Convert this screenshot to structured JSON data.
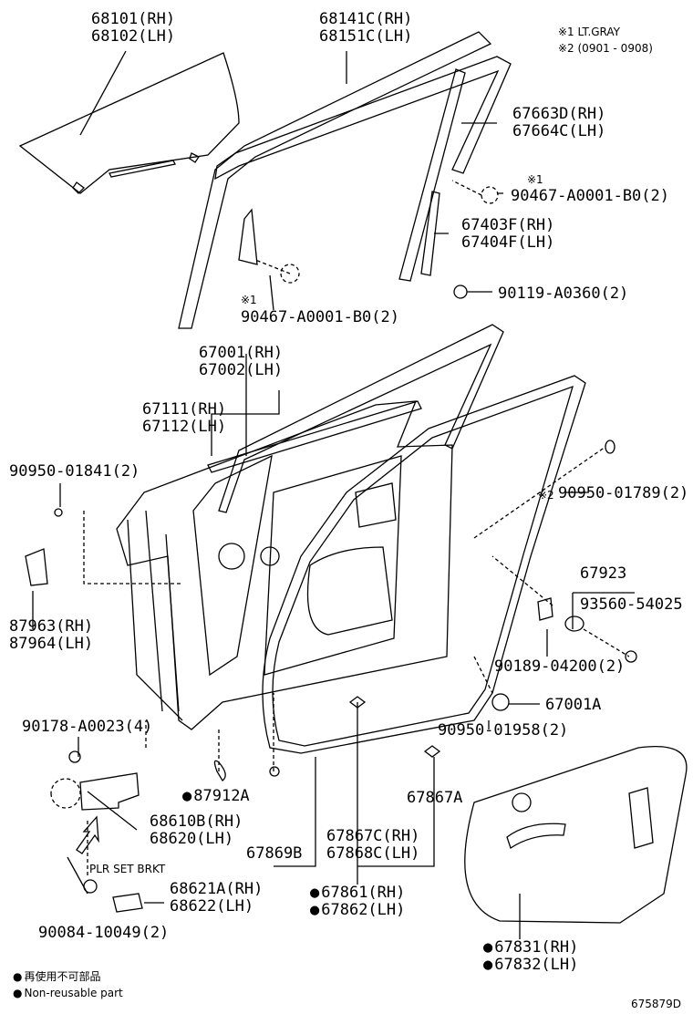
{
  "notes": {
    "note1": "※1 LT.GRAY",
    "note2": "※2 (0901 - 0908)"
  },
  "labels": {
    "p68101": "68101(RH)",
    "p68102": "68102(LH)",
    "p68141": "68141C(RH)",
    "p68151": "68151C(LH)",
    "p67663": "67663D(RH)",
    "p67664": "67664C(LH)",
    "mark_a": "※1",
    "p90467a": "90467-A0001-B0(2)",
    "p67403": "67403F(RH)",
    "p67404": "67404F(LH)",
    "p90119": "90119-A0360(2)",
    "mark_b": "※1",
    "p90467b": "90467-A0001-B0(2)",
    "p67001": "67001(RH)",
    "p67002": "67002(LH)",
    "p67111": "67111(RH)",
    "p67112": "67112(LH)",
    "p90950a": "90950-01841(2)",
    "mark_c": "※2",
    "p90950b": "90950-01789(2)",
    "p67923": "67923",
    "p93560": "93560-54025",
    "p87963": "87963(RH)",
    "p87964": "87964(LH)",
    "p90189": "90189-04200(2)",
    "p67001a": "67001A",
    "p90178": "90178-A0023(4)",
    "p90950c": "90950-01958(2)",
    "p87912": "87912A",
    "p67867a": "67867A",
    "p68610": "68610B(RH)",
    "p68620": "68620(LH)",
    "p67869": "67869B",
    "p67867c": "67867C(RH)",
    "p67868": "67868C(LH)",
    "plr": "PLR SET BRKT",
    "p68621": "68621A(RH)",
    "p68622": "68622(LH)",
    "p67861": "67861(RH)",
    "p67862": "67862(LH)",
    "p90084": "90084-10049(2)",
    "p67831": "67831(RH)",
    "p67832": "67832(LH)"
  },
  "legend": {
    "jp": "再使用不可部品",
    "en": "Non-reusable part"
  },
  "figure_id": "675879D"
}
